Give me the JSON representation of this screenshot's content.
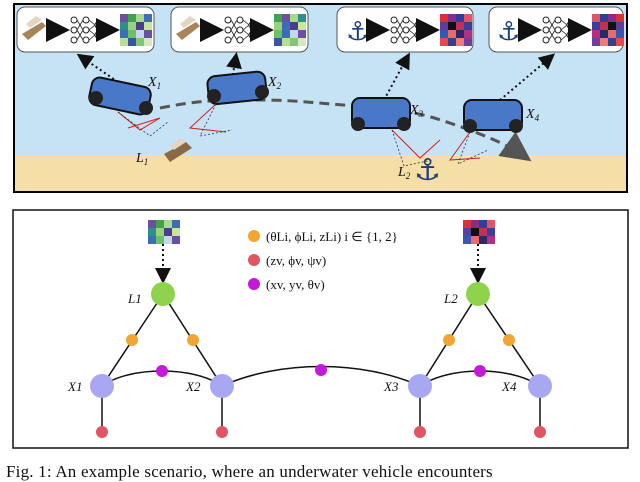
{
  "scene": {
    "vehicle_labels": [
      "X",
      "X",
      "X",
      "X"
    ],
    "vehicle_subs": [
      "1",
      "2",
      "3",
      "4"
    ],
    "landmark_labels": [
      "L",
      "L"
    ],
    "landmark_subs": [
      "1",
      "2"
    ],
    "colors": {
      "water": "#c6e2f5",
      "sand": "#f6dfa6",
      "vehicle_blue": "#4a78c8"
    }
  },
  "graph": {
    "legend": [
      {
        "color": "#f2a532",
        "text": "(θLi, ϕLi, zLi) i ∈ {1, 2}"
      },
      {
        "color": "#e05564",
        "text": "(zv, ϕv, ψv)"
      },
      {
        "color": "#c21ad6",
        "text": "(xv, yv, θv)"
      }
    ],
    "pose_node_color": "#a9a6f2",
    "landmark_node_color": "#8fd24b",
    "labels": {
      "x1": "X1",
      "x2": "X2",
      "x3": "X3",
      "x4": "X4",
      "l1": "L1",
      "l2": "L2"
    }
  },
  "caption": "Fig. 1: An example scenario, where an underwater vehicle encounters"
}
